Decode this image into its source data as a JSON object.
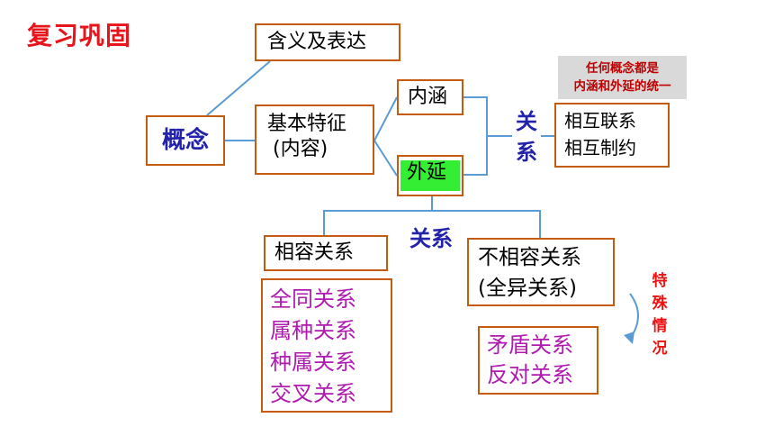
{
  "title": "复习巩固",
  "concept": "概念",
  "meaning": "含义及表达",
  "feature": {
    "line1": "基本特征",
    "line2": "(内容)"
  },
  "connotation": "内涵",
  "extension": "外延",
  "relation_vertical": {
    "char1": "关",
    "char2": "系"
  },
  "mutual": {
    "line1": "相互联系",
    "line2": "相互制约"
  },
  "note": {
    "line1": "任何概念都是",
    "line2": "内涵和外延的统一"
  },
  "relation_mid": "关系",
  "compatible": "相容关系",
  "incompatible": {
    "line1": "不相容关系",
    "line2": "(全异关系)"
  },
  "compatible_types": [
    "全同关系",
    "属种关系",
    "种属关系",
    "交叉关系"
  ],
  "incompatible_types": [
    "矛盾关系",
    "反对关系"
  ],
  "special": [
    "特",
    "殊",
    "情",
    "况"
  ],
  "colors": {
    "line": "#5b9bd5",
    "border": "#c55a11",
    "title": "#e8141c",
    "blue_text": "#2222aa",
    "purple_text": "#b01ab0",
    "highlight": "#33ee33"
  }
}
